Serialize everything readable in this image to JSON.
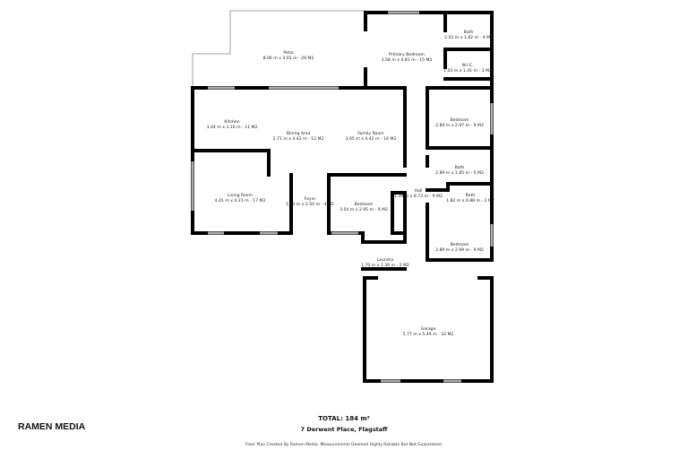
{
  "rooms": [
    {
      "name": "Patio",
      "dims": "8.06 m x 4.02 m - 29 M2"
    },
    {
      "name": "Primary Bedroom",
      "dims": "3.58 m x 4.81 m - 15 M2"
    },
    {
      "name": "Bath",
      "dims": "2.02 m x 1.82 m - 4 M2"
    },
    {
      "name": "W.I.C.",
      "dims": "1.03 m x 1.41 m - 3 M2"
    },
    {
      "name": "Kitchen",
      "dims": "3.44 m x 3.16 m - 11 M2"
    },
    {
      "name": "Dining Area",
      "dims": "2.71 m x 4.42 m - 12 M2"
    },
    {
      "name": "Family Room",
      "dims": "3.65 m x 4.42 m - 16 M2"
    },
    {
      "name": "Bedroom",
      "dims": "2.89 m x 2.97 m - 9 M2"
    },
    {
      "name": "Bath",
      "dims": "2.89 m x 1.85 m - 5 M2"
    },
    {
      "name": "Living Room",
      "dims": "4.41 m x 4.21 m - 17 M2"
    },
    {
      "name": "Foyer",
      "dims": "1.64 m x 2.50 m - 4 M2"
    },
    {
      "name": "Bedroom",
      "dims": "3.54 m x 2.95 m - 9 M2"
    },
    {
      "name": "Hall",
      "dims": "1.39 m x 8.73 m - 9 M2"
    },
    {
      "name": "Bath",
      "dims": "1.82 m x 0.88 m - 2 M2"
    },
    {
      "name": "Bedroom",
      "dims": "2.89 m x 2.99 m - 9 M2"
    },
    {
      "name": "Laundry",
      "dims": "1.70 m x 1.39 m - 2 M2"
    },
    {
      "name": "Garage",
      "dims": "5.77 m x 5.49 m - 32 M2"
    }
  ],
  "footer": {
    "brand": "RAMEN MEDIA",
    "total": "TOTAL: 184 m²",
    "address": "7 Derwent Place, Flagstaff",
    "disclaimer": "Floor Plan Created By Ramen Media. Measurements Deemed Highly Reliable But Not Guaranteed."
  }
}
